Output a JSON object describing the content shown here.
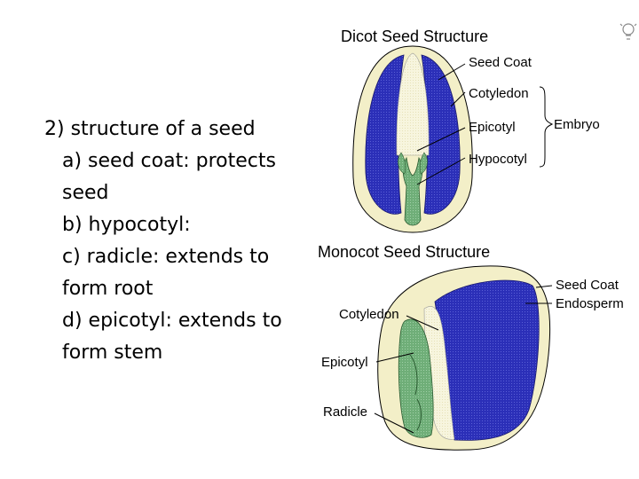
{
  "bullets": {
    "heading": "2) structure of a seed",
    "items": [
      {
        "line1": "a) seed coat: protects",
        "line2": "seed"
      },
      {
        "line1": "b) hypocotyl:",
        "line2": ""
      },
      {
        "line1": "c) radicle: extends to",
        "line2": "form root"
      },
      {
        "line1": "d) epicotyl: extends to",
        "line2": "form stem"
      }
    ]
  },
  "dicot": {
    "title": "Dicot Seed Structure",
    "labels": {
      "seed_coat": "Seed Coat",
      "cotyledon": "Cotyledon",
      "epicotyl": "Epicotyl",
      "hypocotyl": "Hypocotyl",
      "embryo": "Embryo"
    }
  },
  "monocot": {
    "title": "Monocot Seed Structure",
    "labels": {
      "seed_coat": "Seed Coat",
      "endosperm": "Endosperm",
      "cotyledon": "Cotyledon",
      "epicotyl": "Epicotyl",
      "radicle": "Radicle"
    }
  },
  "colors": {
    "seed_coat": "#f3efc8",
    "cotyledon_blue": "#2b2fb8",
    "embryo_green": "#6fae78",
    "inner_cream": "#f7f5de"
  },
  "icons": {
    "corner": "lightbulb-icon"
  }
}
